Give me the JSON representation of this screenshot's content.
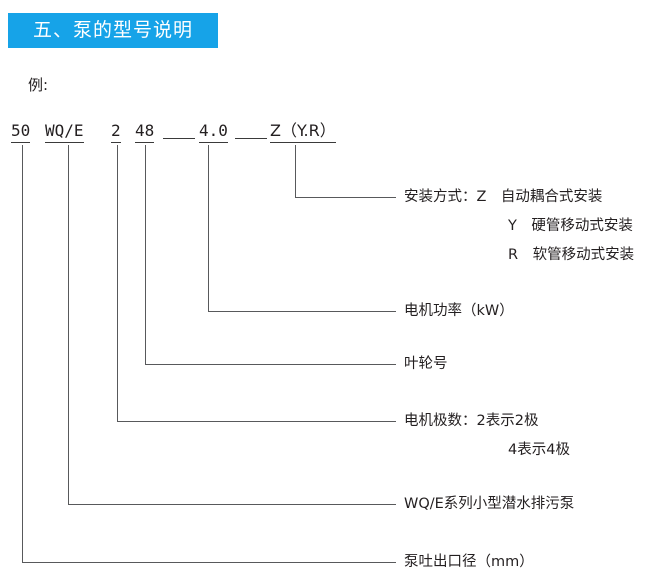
{
  "section": {
    "title": "五、泵的型号说明",
    "title_bg": "#16a3e8",
    "title_color": "#ffffff",
    "example_label": "例:"
  },
  "model_code": {
    "full": "50 WQ/E 2 48 —— 4.0 —— Z（Y.R）",
    "segments": [
      {
        "key": "bore",
        "text": "50"
      },
      {
        "key": "series",
        "text": "WQ/E"
      },
      {
        "key": "poles",
        "text": "2"
      },
      {
        "key": "impeller",
        "text": "48"
      },
      {
        "key": "power",
        "text": "4.0"
      },
      {
        "key": "install",
        "text": "Z（Y.R）"
      }
    ]
  },
  "callouts": [
    {
      "key": "install",
      "label": "安装方式：Z　自动耦合式安装",
      "sub": [
        "Y　硬管移动式安装",
        "R　软管移动式安装"
      ]
    },
    {
      "key": "power",
      "label": "电机功率（kW）",
      "sub": []
    },
    {
      "key": "impeller",
      "label": "叶轮号",
      "sub": []
    },
    {
      "key": "poles",
      "label": "电机极数：2表示2极",
      "sub": [
        "4表示4极"
      ]
    },
    {
      "key": "series",
      "label": "WQ/E系列小型潜水排污泵",
      "sub": []
    },
    {
      "key": "bore",
      "label": "泵吐出口径（mm）",
      "sub": []
    }
  ],
  "colors": {
    "accent": "#16a3e8",
    "line": "#58595b",
    "text": "#231f20"
  }
}
